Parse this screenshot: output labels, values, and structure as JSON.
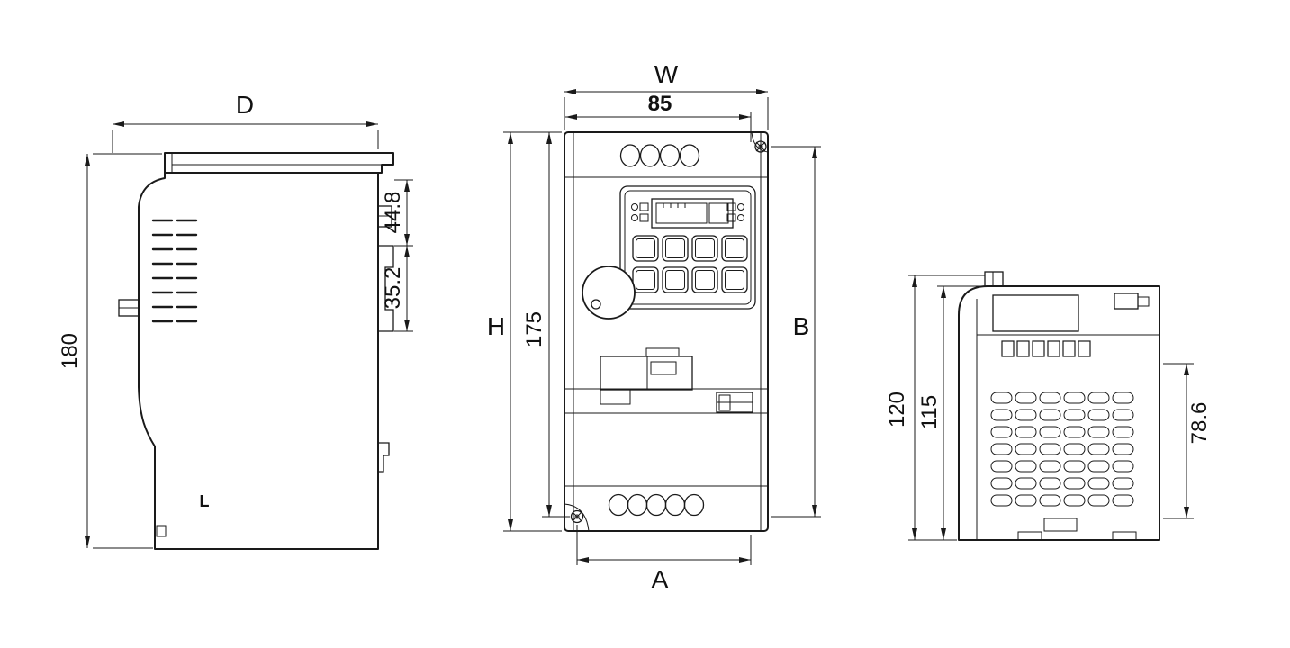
{
  "colors": {
    "background": "#ffffff",
    "line": "#1a1a1a"
  },
  "views": {
    "side": {
      "dims": {
        "depth": "D",
        "height": "180",
        "upper_offset": "44.8",
        "rail_width": "35.2"
      },
      "logo_mark": "L"
    },
    "front": {
      "dims": {
        "width": "W",
        "mount_width": "85",
        "height": "H",
        "mount_height": "175",
        "height_b": "B",
        "base_width": "A"
      }
    },
    "end": {
      "dims": {
        "height": "120",
        "body_height": "115",
        "vent_height": "78.6"
      }
    }
  }
}
